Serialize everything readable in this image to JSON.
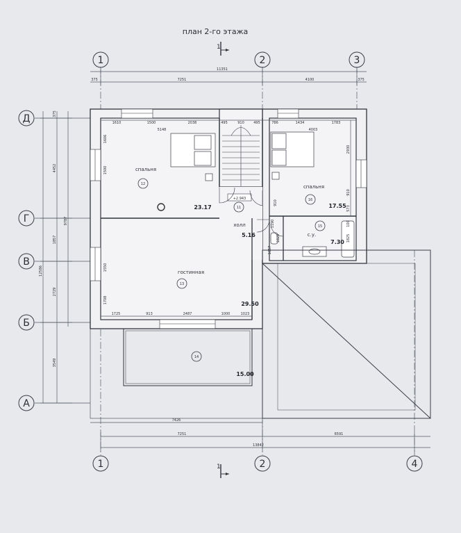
{
  "title": "план 2-го этажа",
  "section_mark": "1",
  "axes": {
    "top": [
      "1",
      "2",
      "3"
    ],
    "bottom": [
      "1",
      "2",
      "4"
    ],
    "left": [
      "Д",
      "Г",
      "В",
      "Б",
      "А"
    ]
  },
  "dimensions": {
    "top_overall": "11351",
    "top_a": "375",
    "top_b": "7251",
    "top_c": "4100",
    "top_d": "375",
    "inner_top": [
      "1610",
      "1500",
      "2038",
      "495",
      "910",
      "495",
      "786",
      "1434",
      "1783"
    ],
    "inner_top_second": [
      "5148",
      "4003"
    ],
    "left_overall": "12586",
    "left_a": "9787",
    "left_seg": [
      "4452",
      "1857",
      "2729",
      "3549"
    ],
    "left_top": "375",
    "left_inner": [
      "1606",
      "1500",
      "1550",
      "1708"
    ],
    "right_inner": [
      "2930",
      "910",
      "573"
    ],
    "bath_dims": [
      "1825",
      "1657",
      "910",
      "1190",
      "1825",
      "100"
    ],
    "bottom_inner": [
      "1725",
      "913",
      "2487",
      "1000",
      "1023"
    ],
    "bottom_a": "7426",
    "bottom_b": "7251",
    "bottom_c": "6591",
    "bottom_overall": "13842"
  },
  "level_mark": "+2.943",
  "rooms": [
    {
      "name": "спальня",
      "num": "12",
      "area": "23.17"
    },
    {
      "name": "холл",
      "num": "11",
      "area": "5.16"
    },
    {
      "name": "спальня",
      "num": "16",
      "area": "17.55"
    },
    {
      "name": "с.у.",
      "num": "15",
      "area": "7.30"
    },
    {
      "name": "гостинная",
      "num": "13",
      "area": "29.50"
    },
    {
      "name": "",
      "num": "14",
      "area": "15.00"
    }
  ]
}
